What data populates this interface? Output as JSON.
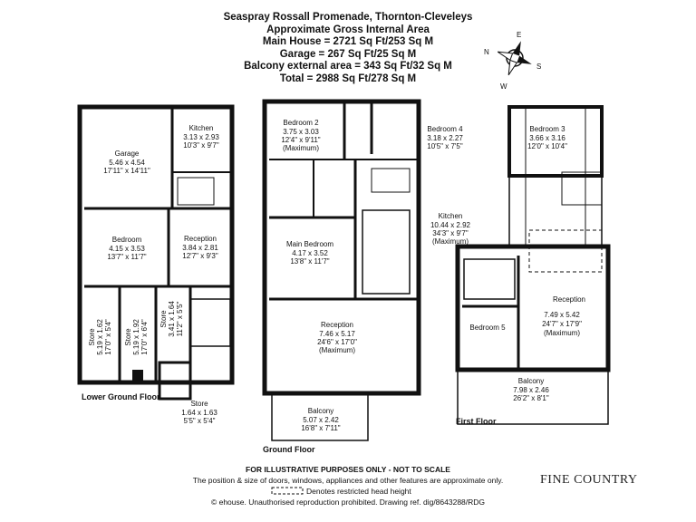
{
  "header": {
    "address": "Seaspray Rossall Promenade, Thornton-Cleveleys",
    "area_title": "Approximate Gross Internal Area",
    "main_house": "Main House = 2721 Sq Ft/253 Sq M",
    "garage": "Garage = 267 Sq Ft/25 Sq M",
    "balcony": "Balcony external area = 343 Sq Ft/32 Sq M",
    "total": "Total = 2988 Sq Ft/278 Sq M"
  },
  "compass": {
    "n": "N",
    "e": "E",
    "s": "S",
    "w": "W"
  },
  "floors": {
    "lower": "Lower Ground Floor",
    "ground": "Ground Floor",
    "first": "First Floor"
  },
  "rooms": {
    "kitchen_lg": {
      "name": "Kitchen",
      "metric": "3.13 x 2.93",
      "imperial": "10'3\" x 9'7\""
    },
    "garage": {
      "name": "Garage",
      "metric": "5.46 x 4.54",
      "imperial": "17'11\" x 14'11\""
    },
    "bedroom_lg": {
      "name": "Bedroom",
      "metric": "4.15 x 3.53",
      "imperial": "13'7\" x 11'7\""
    },
    "reception_lg": {
      "name": "Reception",
      "metric": "3.84 x 2.81",
      "imperial": "12'7\" x 9'3\""
    },
    "store1": {
      "name": "Store",
      "metric": "5.19 x 1.62",
      "imperial": "17'0\" x 5'4\""
    },
    "store2": {
      "name": "Store",
      "metric": "5.19 x 1.92",
      "imperial": "17'0\" x 6'4\""
    },
    "store3": {
      "name": "Store",
      "metric": "3.41 x 1.64",
      "imperial": "11'2\" x 5'5\""
    },
    "store4": {
      "name": "Store",
      "metric": "1.64 x 1.63",
      "imperial": "5'5\" x 5'4\""
    },
    "bedroom2": {
      "name": "Bedroom 2",
      "metric": "3.75 x 3.03",
      "imperial": "12'4\" x 9'11\"",
      "note": "(Maximum)"
    },
    "bedroom4": {
      "name": "Bedroom 4",
      "metric": "3.18 x 2.27",
      "imperial": "10'5\" x 7'5\""
    },
    "kitchen_gf": {
      "name": "Kitchen",
      "metric": "10.44 x 2.92",
      "imperial": "34'3\" x 9'7\"",
      "note": "(Maximum)"
    },
    "main_bedroom": {
      "name": "Main Bedroom",
      "metric": "4.17 x 3.52",
      "imperial": "13'8\" x 11'7\""
    },
    "reception_gf": {
      "name": "Reception",
      "metric": "7.46 x 5.17",
      "imperial": "24'6\" x 17'0\"",
      "note": "(Maximum)"
    },
    "balcony_gf": {
      "name": "Balcony",
      "metric": "5.07 x 2.42",
      "imperial": "16'8\" x 7'11\""
    },
    "bedroom3": {
      "name": "Bedroom 3",
      "metric": "3.66 x 3.16",
      "imperial": "12'0\" x 10'4\""
    },
    "reception_ff": {
      "name": "Reception",
      "metric": "7.49 x 5.42",
      "imperial": "24'7\" x 17'9\"",
      "note": "(Maximum)"
    },
    "bedroom5": {
      "name": "Bedroom 5"
    },
    "balcony_ff": {
      "name": "Balcony",
      "metric": "7.98 x 2.46",
      "imperial": "26'2\" x 8'1\""
    }
  },
  "footer": {
    "disclaimer": "FOR ILLUSTRATIVE PURPOSES ONLY - NOT TO SCALE",
    "note": "The position & size of doors, windows, appliances and other features are approximate only.",
    "legend": "Denotes restricted head height",
    "copyright": "© ehouse. Unauthorised reproduction prohibited. Drawing ref. dig/8643288/RDG",
    "logo": "FINE COUNTRY"
  }
}
